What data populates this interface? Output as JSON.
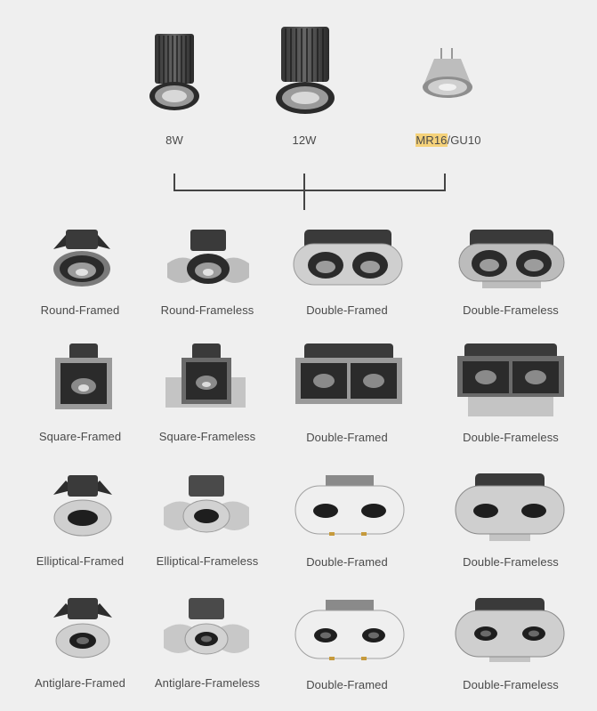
{
  "sources": [
    {
      "name": "8W"
    },
    {
      "name": "12W"
    },
    {
      "name_highlight": "MR16",
      "name_rest": "/GU10"
    }
  ],
  "rows": [
    [
      "Round-Framed",
      "Round-Frameless",
      "Double-Framed",
      "Double-Frameless"
    ],
    [
      "Square-Framed",
      "Square-Frameless",
      "Double-Framed",
      "Double-Frameless"
    ],
    [
      "Elliptical-Framed",
      "Elliptical-Frameless",
      "Double-Framed",
      "Double-Frameless"
    ],
    [
      "Antiglare-Framed",
      "Antiglare-Frameless",
      "Double-Framed",
      "Double-Frameless"
    ]
  ],
  "colors": {
    "background": "#efefef",
    "connector": "#444444",
    "highlight": "#f5d27a"
  }
}
